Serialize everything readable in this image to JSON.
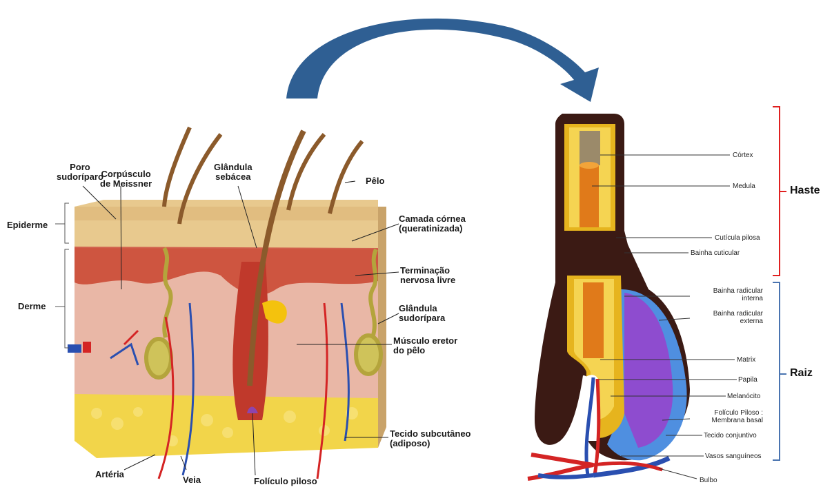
{
  "skin": {
    "labels": {
      "poro": [
        "Poro",
        "sudoríparo"
      ],
      "corpusculo": [
        "Corpúsculo",
        "de Meissner"
      ],
      "glandula_sebacea": [
        "Glândula",
        "sebácea"
      ],
      "pelo": "Pêlo",
      "epiderme": "Epiderme",
      "derme": "Derme",
      "camada_cornea": [
        "Camada córnea",
        "(queratinizada)"
      ],
      "terminacao": [
        "Terminação",
        "nervosa livre"
      ],
      "glandula_sudoripara": [
        "Glândula",
        "sudorípara"
      ],
      "musculo": [
        "Músculo eretor",
        "do pêlo"
      ],
      "tecido_subcutaneo": [
        "Tecido subcutâneo",
        "(adiposo)"
      ],
      "arteria": "Artéria",
      "veia": "Veia",
      "foliculo": "Folículo piloso"
    }
  },
  "hair": {
    "labels": {
      "cortex": "Córtex",
      "medula": "Medula",
      "cuticula": "Cutícula pilosa",
      "bainha_cuticular": "Bainha cuticular",
      "bainha_interna": [
        "Bainha radicular",
        "interna"
      ],
      "bainha_externa": [
        "Bainha radicular",
        "externa"
      ],
      "matrix": "Matrix",
      "papila": "Papila",
      "melanocito": "Melanócito",
      "foliculo_membrana": [
        "Folículo Piloso :",
        "Membrana basal"
      ],
      "tecido_conjuntivo": "Tecido conjuntivo",
      "vasos": "Vasos sanguíneos",
      "bulbo": "Bulbo"
    },
    "sections": {
      "haste": "Haste",
      "raiz": "Raiz"
    }
  },
  "colors": {
    "arrow": "#2f5f93",
    "haste_bracket": "#e02020",
    "raiz_bracket": "#4a74b0",
    "fat": "#f2d54a",
    "dermis": "#e9b7a6",
    "epidermis": "#e8c98e",
    "artery": "#d42424",
    "vein": "#2a4fb0"
  }
}
